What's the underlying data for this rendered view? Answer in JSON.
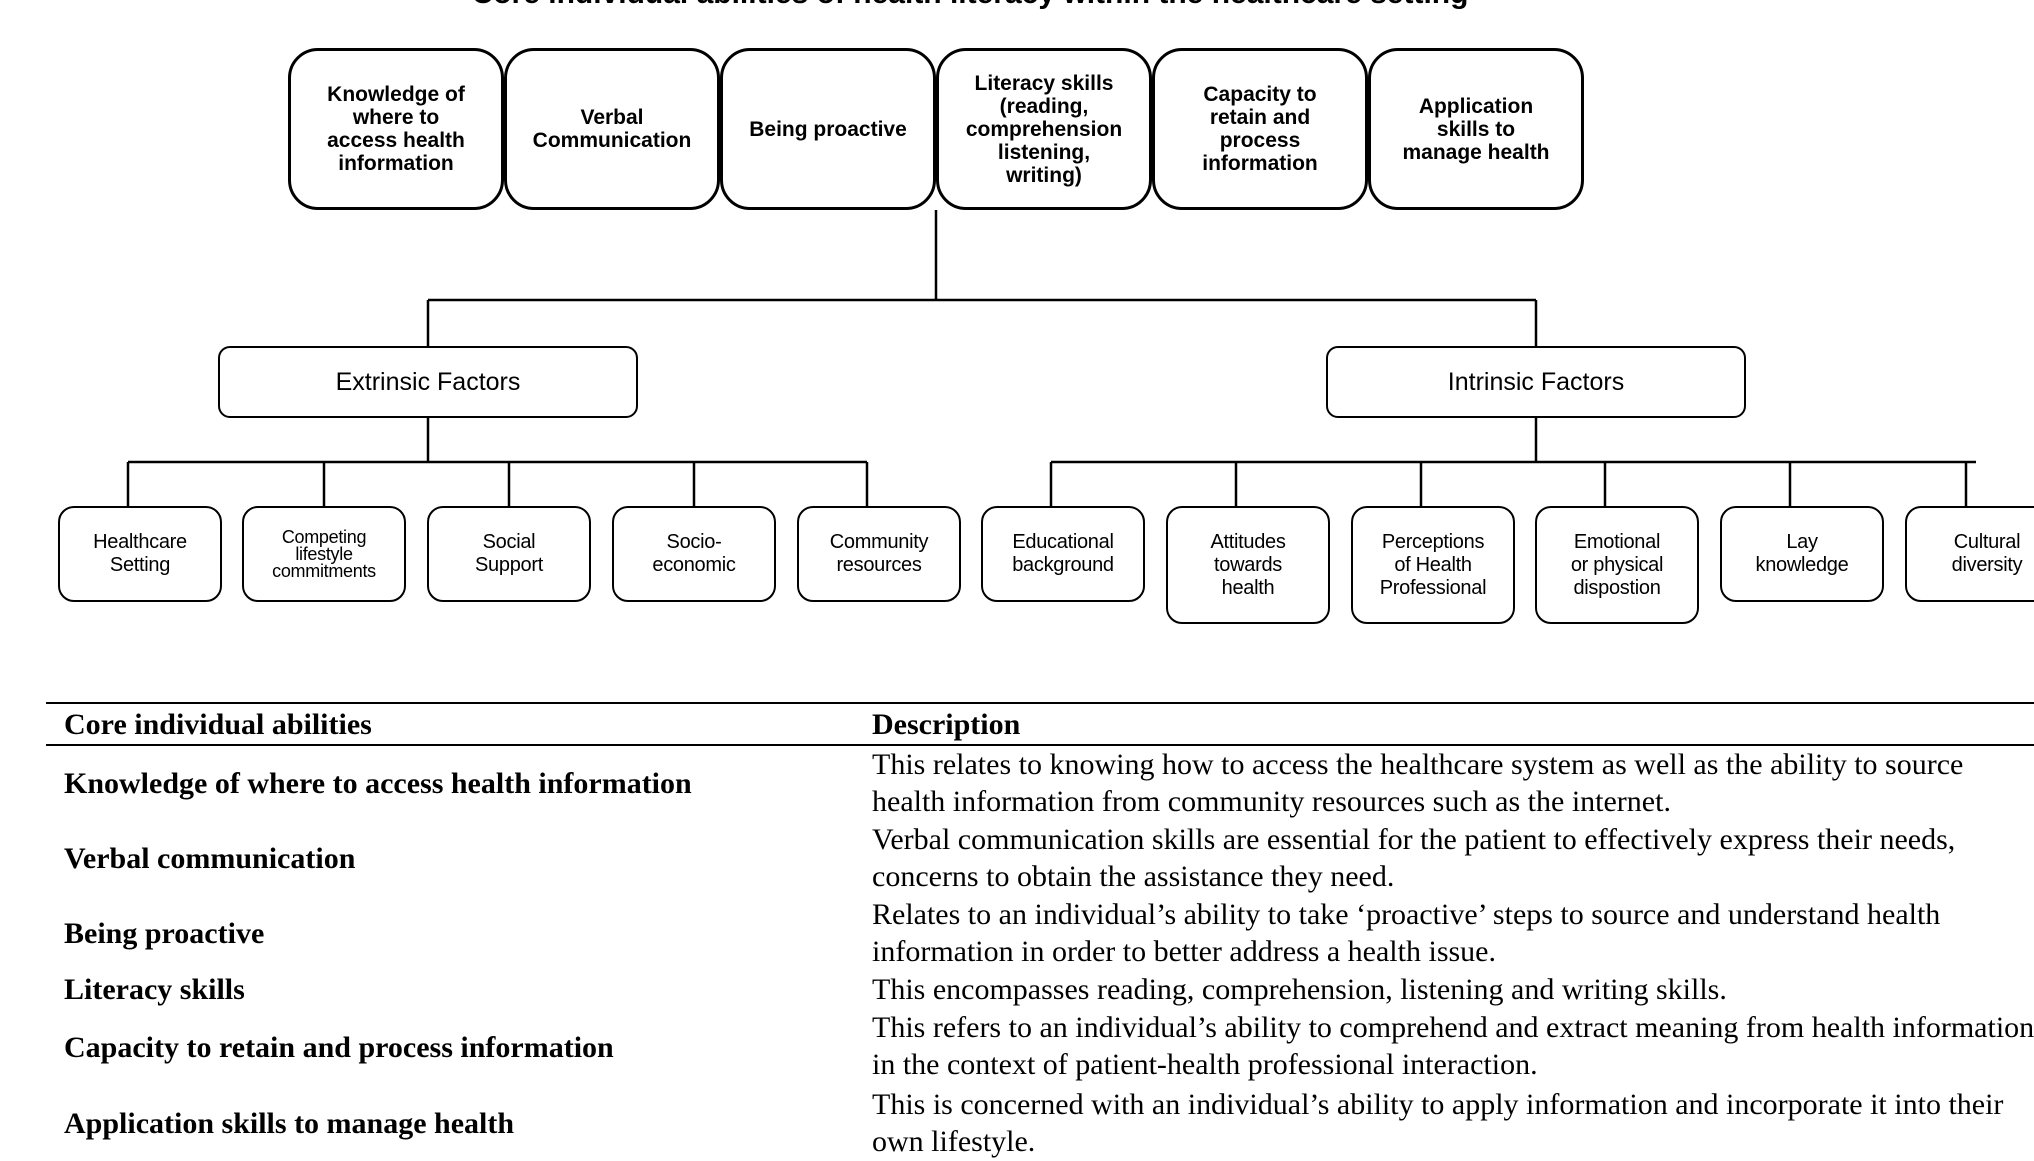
{
  "diagram": {
    "title": "Core individual abilities of health literacy within the healthcare setting",
    "abilities": [
      "Knowledge of\nwhere to\naccess health\ninformation",
      "Verbal\nCommunication",
      "Being proactive",
      "Literacy skills\n(reading,\ncomprehension\nlistening,\nwriting)",
      "Capacity to\nretain and\nprocess\ninformation",
      "Application\nskills to\nmanage health"
    ],
    "factor_groups": [
      {
        "label": "Extrinsic Factors",
        "items": [
          "Healthcare\nSetting",
          "Competing\nlifestyle\ncommitments",
          "Social\nSupport",
          "Socio-\neconomic",
          "Community\nresources"
        ]
      },
      {
        "label": "Intrinsic Factors",
        "items": [
          "Educational\nbackground",
          "Attitudes\ntowards\nhealth",
          "Perceptions\nof Health\nProfessional",
          "Emotional\nor physical\ndispostion",
          "Lay\nknowledge",
          "Cultural\ndiversity"
        ]
      }
    ]
  },
  "table": {
    "headers": [
      "Core individual abilities",
      "Description"
    ],
    "rows": [
      {
        "ability": "Knowledge of where to access health information",
        "description": "This relates to knowing how to access the healthcare system as well as the ability to source health information from community resources such as the internet."
      },
      {
        "ability": "Verbal communication",
        "description": "Verbal communication skills are essential for the patient to effectively express their needs, concerns to obtain the assistance they need."
      },
      {
        "ability": "Being proactive",
        "description": "Relates to an individual’s ability to take ‘proactive’ steps to source and understand health information in order to better address a health issue."
      },
      {
        "ability": "Literacy skills",
        "description": "This encompasses reading, comprehension, listening and writing skills."
      },
      {
        "ability": "Capacity to retain and process information",
        "description": "This refers to an individual’s ability to comprehend and extract meaning from health information in the context of patient-health professional interaction."
      },
      {
        "ability": "Application skills to manage health",
        "description": "This is concerned with an individual’s ability to apply information and incorporate it into their own lifestyle."
      }
    ]
  }
}
